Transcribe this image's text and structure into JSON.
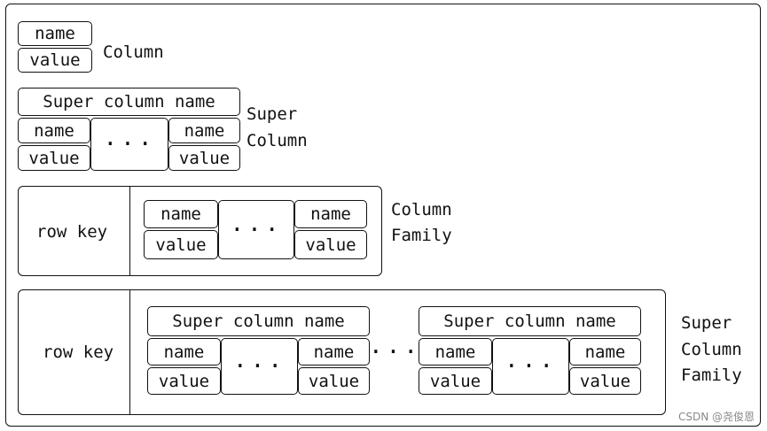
{
  "column": {
    "name": "name",
    "value": "value",
    "caption": "Column"
  },
  "super_column": {
    "header": "Super column name",
    "name": "name",
    "value": "value",
    "ellipsis": "···",
    "caption_line1": "Super",
    "caption_line2": "Column"
  },
  "column_family": {
    "row_key": "row key",
    "name": "name",
    "value": "value",
    "ellipsis": "···",
    "caption_line1": "Column",
    "caption_line2": "Family"
  },
  "super_column_family": {
    "row_key": "row key",
    "header": "Super column name",
    "name": "name",
    "value": "value",
    "ellipsis": "···",
    "caption_line1": "Super",
    "caption_line2": "Column",
    "caption_line3": "Family"
  },
  "watermark": "CSDN @尧俊恩"
}
